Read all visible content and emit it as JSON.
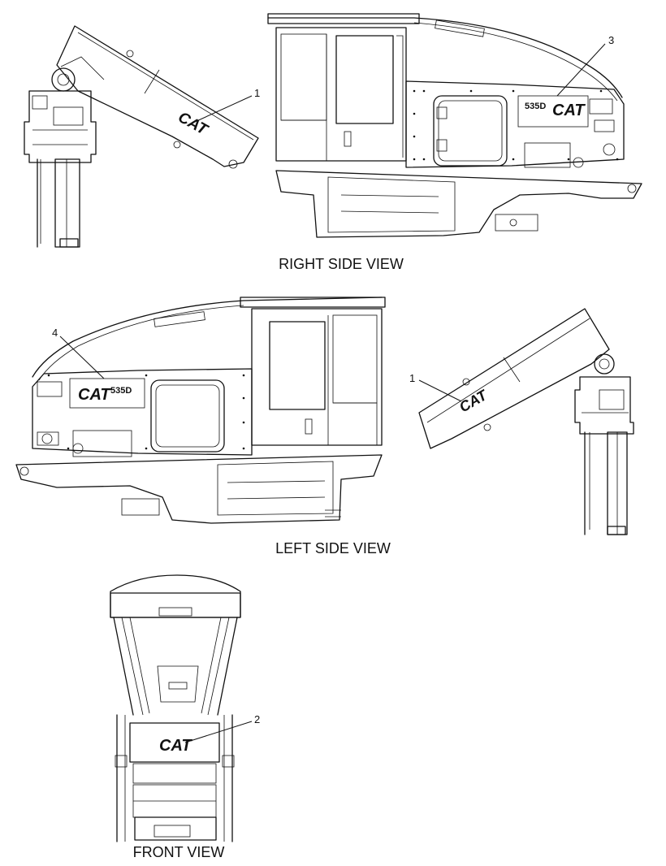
{
  "views": {
    "right_side": "RIGHT SIDE VIEW",
    "left_side": "LEFT SIDE VIEW",
    "front": "FRONT VIEW"
  },
  "callouts": {
    "c1_top": "1",
    "c1_mid": "1",
    "c2": "2",
    "c3": "3",
    "c4": "4"
  },
  "decals": {
    "brand": "CAT",
    "model": "535D"
  }
}
